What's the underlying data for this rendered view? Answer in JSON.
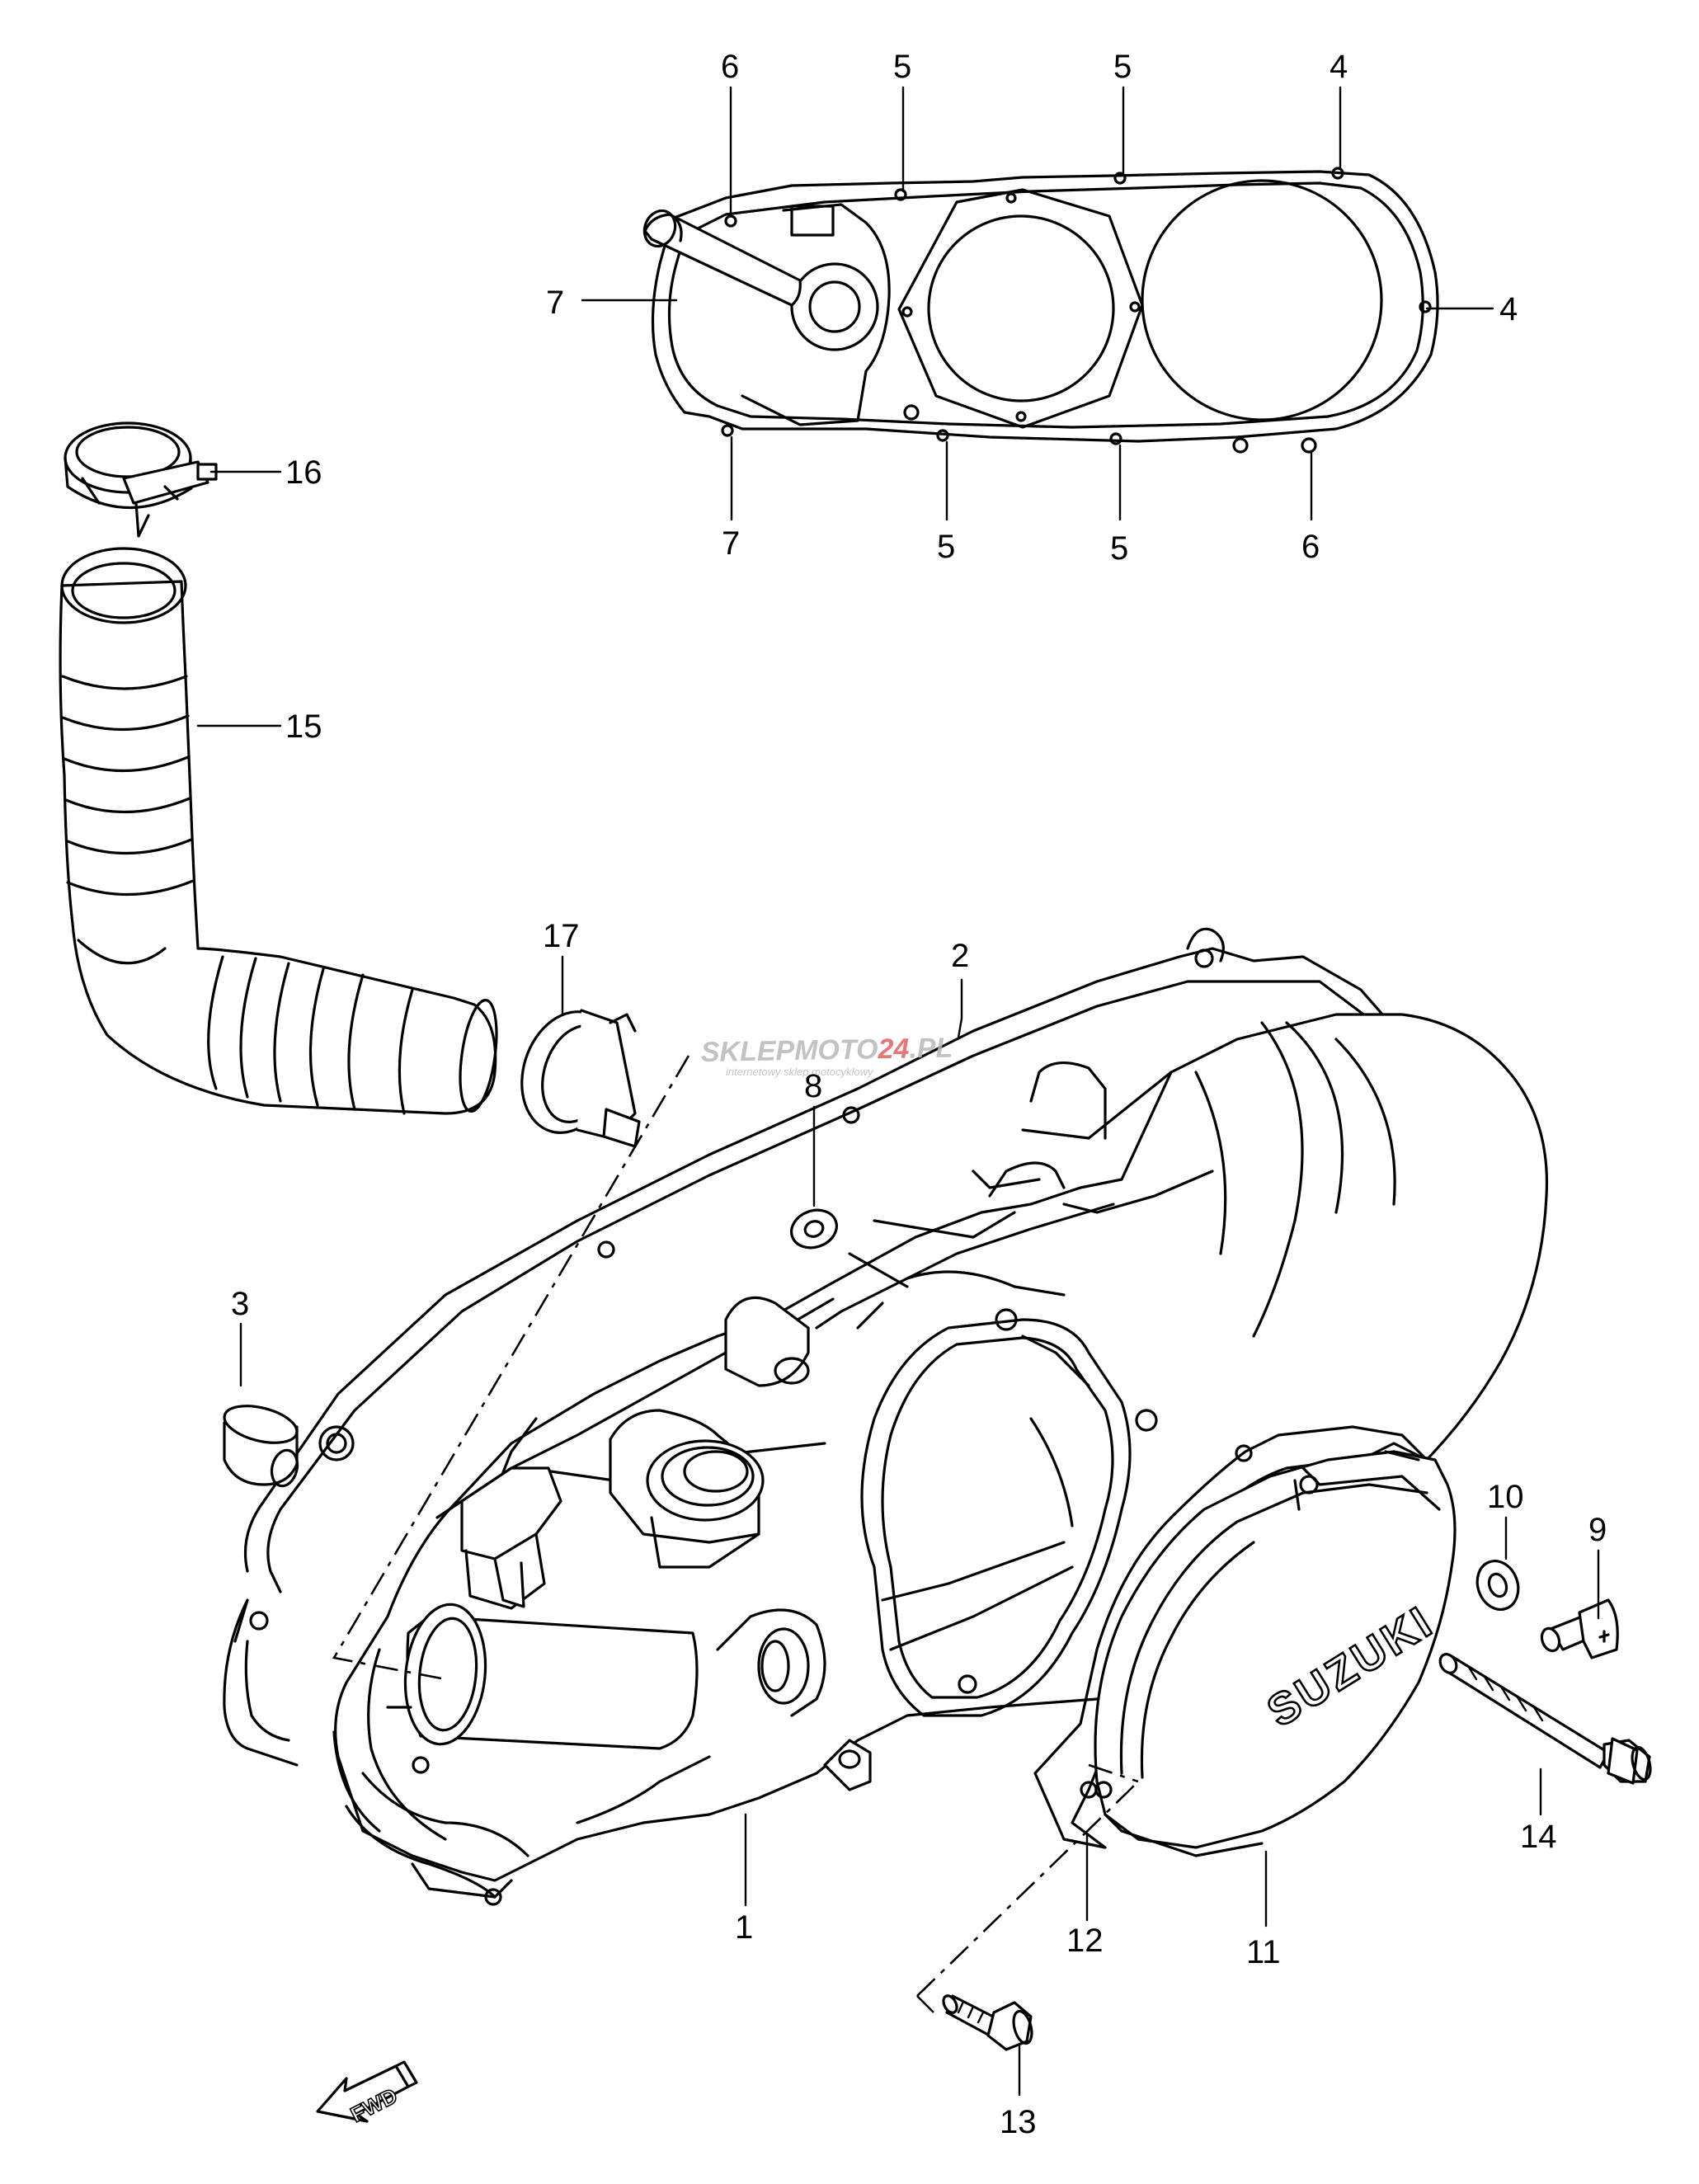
{
  "callouts": {
    "c1": "1",
    "c2": "2",
    "c3": "3",
    "c4a": "4",
    "c4b": "4",
    "c5a": "5",
    "c5b": "5",
    "c5c": "5",
    "c5d": "5",
    "c6a": "6",
    "c6b": "6",
    "c7a": "7",
    "c7b": "7",
    "c8": "8",
    "c9": "9",
    "c10": "10",
    "c11": "11",
    "c12": "12",
    "c13": "13",
    "c14": "14",
    "c15": "15",
    "c16": "16",
    "c17": "17"
  },
  "cover_brand": "SUZUKI",
  "fwd_label": "FWD",
  "watermark": {
    "main_a": "SKLEP",
    "main_b": "MOTO",
    "main_c": "24",
    "main_d": ".PL",
    "sub": "internetowy sklep motocyklowy"
  },
  "colors": {
    "line": "#000000",
    "background": "#ffffff",
    "watermark": "#b8b8b8",
    "watermark_accent": "#e06060"
  }
}
